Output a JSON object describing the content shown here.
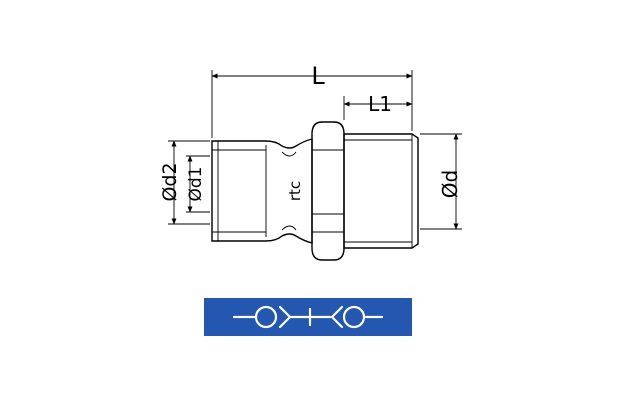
{
  "dimensions": {
    "length_overall": "L",
    "thread_length": "L1",
    "outer_diameter": "Ød",
    "body_diameter": "Ød2",
    "bore_diameter": "Ød1"
  },
  "logo_text": "rtc",
  "symbol_banner": {
    "background_color": "#2357b0",
    "symbol": "quick-coupling-plug-symbol"
  }
}
